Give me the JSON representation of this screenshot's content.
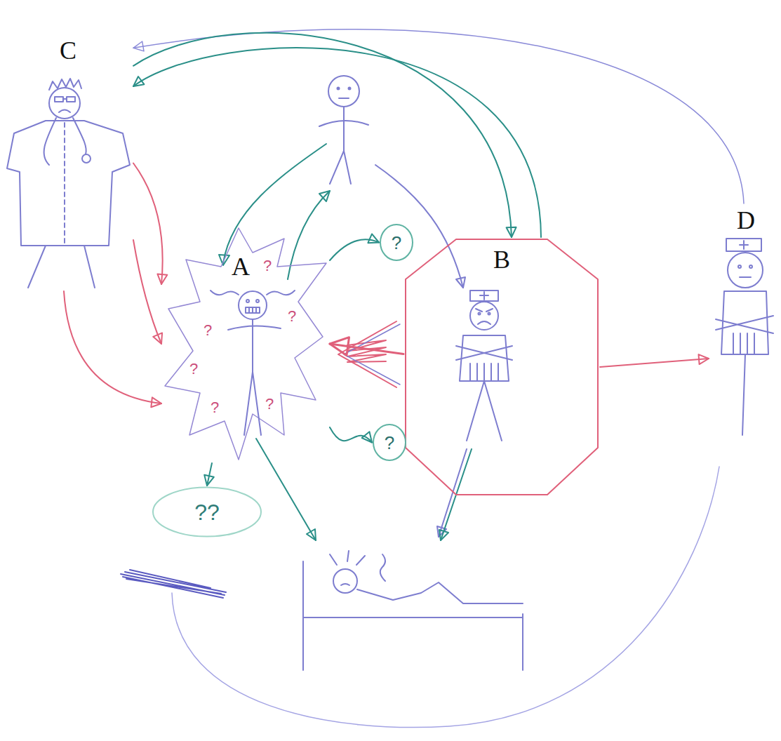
{
  "diagram": {
    "nodes": [
      {
        "text": [
          "C"
        ]
      },
      {
        "text": [
          "A"
        ]
      },
      {
        "text": [
          "?"
        ]
      },
      {
        "text": [
          "B"
        ]
      },
      {
        "text": [
          "D"
        ]
      },
      {
        "text": [
          "?"
        ]
      },
      {
        "text": [
          "??"
        ]
      }
    ],
    "edges": [
      {
        "from": 0,
        "to": 1,
        "arrow": "to"
      },
      {
        "from": 0,
        "to": 1,
        "arrow": "to"
      },
      {
        "from": 0,
        "to": 1,
        "arrow": "to"
      },
      {
        "from": 3,
        "to": 1,
        "arrow": "to"
      },
      {
        "from": 3,
        "to": 4,
        "arrow": "to"
      },
      {
        "from": 4,
        "to": 0,
        "arrow": "to"
      },
      {
        "from": 3,
        "to": 0,
        "arrow": "to"
      },
      {
        "from": 0,
        "to": 3,
        "arrow": "to"
      },
      {
        "from": 1,
        "to": 2,
        "arrow": "to"
      },
      {
        "from": 1,
        "to": 5,
        "arrow": "to"
      },
      {
        "from": 1,
        "to": 6,
        "arrow": "to"
      }
    ],
    "labels": [
      "?",
      "?",
      "?",
      "?",
      "?",
      "?"
    ]
  }
}
